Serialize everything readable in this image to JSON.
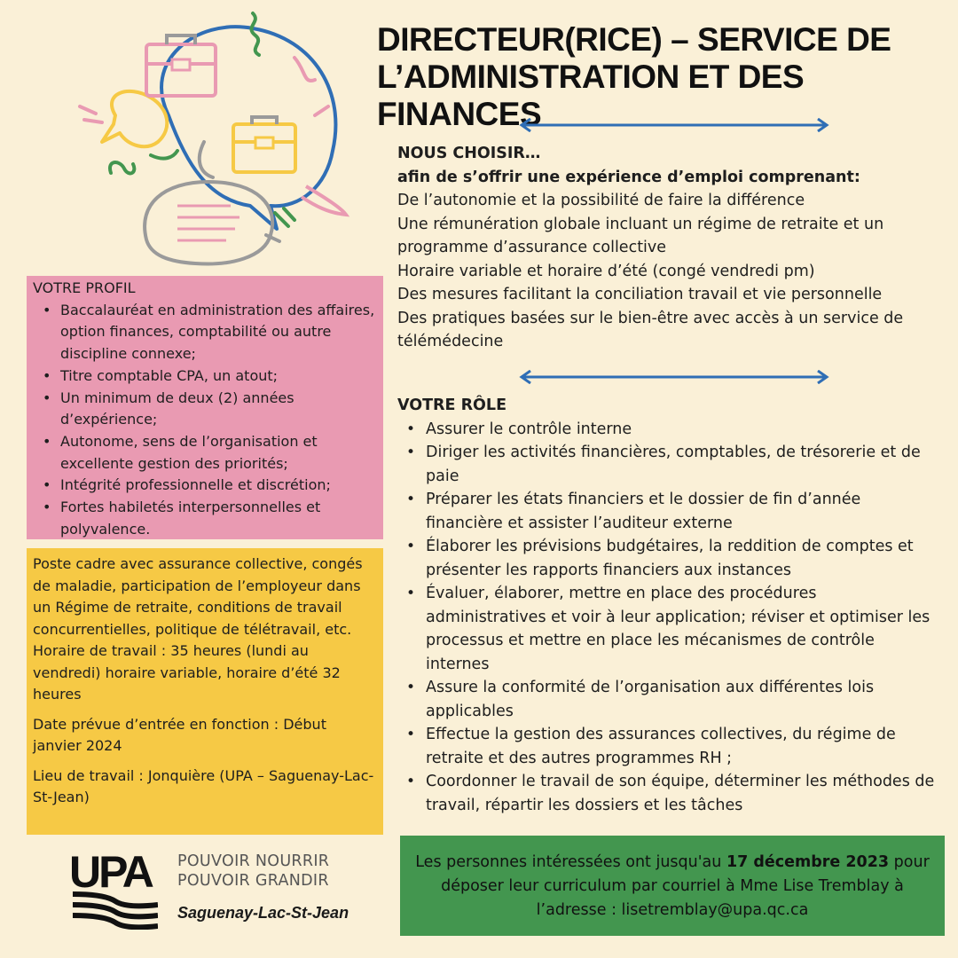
{
  "header": {
    "title_line1": "DIRECTEUR(RICE) – SERVICE DE",
    "title_line2": "L’ADMINISTRATION ET DES FINANCES"
  },
  "nous_choisir": {
    "heading": "NOUS CHOISIR…",
    "subheading": "afin de s’offrir une expérience d’emploi comprenant:",
    "lines": [
      "De l’autonomie et la possibilité de faire la différence",
      "Une rémunération globale incluant un régime de retraite et un programme d’assurance collective",
      "Horaire variable et horaire d’été (congé vendredi pm)",
      "Des mesures facilitant la conciliation travail et vie personnelle",
      "Des pratiques basées sur le bien-être avec accès à un service de télémédecine"
    ]
  },
  "votre_role": {
    "heading": "VOTRE RÔLE",
    "items": [
      "Assurer le contrôle interne",
      "Diriger les activités financières, comptables, de trésorerie et de paie",
      "Préparer les états financiers et le dossier de fin d’année financière et assister l’auditeur externe",
      "Élaborer les prévisions budgétaires, la reddition de comptes et présenter les rapports financiers aux instances",
      "Évaluer, élaborer, mettre en place des procédures administratives et voir à leur application; réviser et optimiser les processus et mettre en place les mécanismes de contrôle internes",
      "Assure la conformité de l’organisation aux différentes lois applicables",
      "Effectue la gestion des assurances collectives, du régime de retraite et des autres programmes RH ;",
      "Coordonner le travail de son équipe, déterminer les méthodes de travail, répartir les dossiers et les tâches"
    ]
  },
  "votre_profil": {
    "heading": "VOTRE PROFIL",
    "items": [
      "Baccalauréat en administration des affaires, option finances, comptabilité ou autre discipline connexe;",
      "Titre comptable CPA, un atout;",
      "Un minimum de deux (2) années d’expérience;",
      "Autonome, sens de l’organisation et excellente gestion des priorités;",
      "Intégrité professionnelle et discrétion;",
      "Fortes habiletés interpersonnelles et polyvalence."
    ]
  },
  "conditions": {
    "poste": "Poste cadre avec assurance collective, congés de maladie, participation de l’employeur dans un Régime de retraite, conditions de travail concurrentielles, politique de télétravail, etc.",
    "horaire": "Horaire de travail : 35 heures (lundi au vendredi) horaire variable, horaire d’été 32 heures",
    "date": "Date prévue d’entrée en fonction :   Début janvier 2024",
    "lieu": "Lieu de travail : Jonquière (UPA – Saguenay-Lac-St-Jean)"
  },
  "branding": {
    "logo_text": "UPA",
    "slogan_line1": "POUVOIR NOURRIR",
    "slogan_line2": "POUVOIR GRANDIR",
    "region": "Saguenay-Lac-St-Jean"
  },
  "contact": {
    "text_before": "Les personnes intéressées ont jusqu'au ",
    "deadline": "17 décembre 2023",
    "text_after": " pour déposer leur curriculum par courriel à Mme Lise Tremblay à l’adresse : lisetremblay@upa.qc.ca"
  },
  "colors": {
    "background": "#faf0d7",
    "profile_bg": "#e99ab2",
    "conditions_bg": "#f6c945",
    "contact_bg": "#43964f",
    "arrow": "#2f6eb5"
  },
  "icons": [
    "briefcase-icon",
    "speech-bubble-illustration",
    "double-arrow-icon"
  ]
}
